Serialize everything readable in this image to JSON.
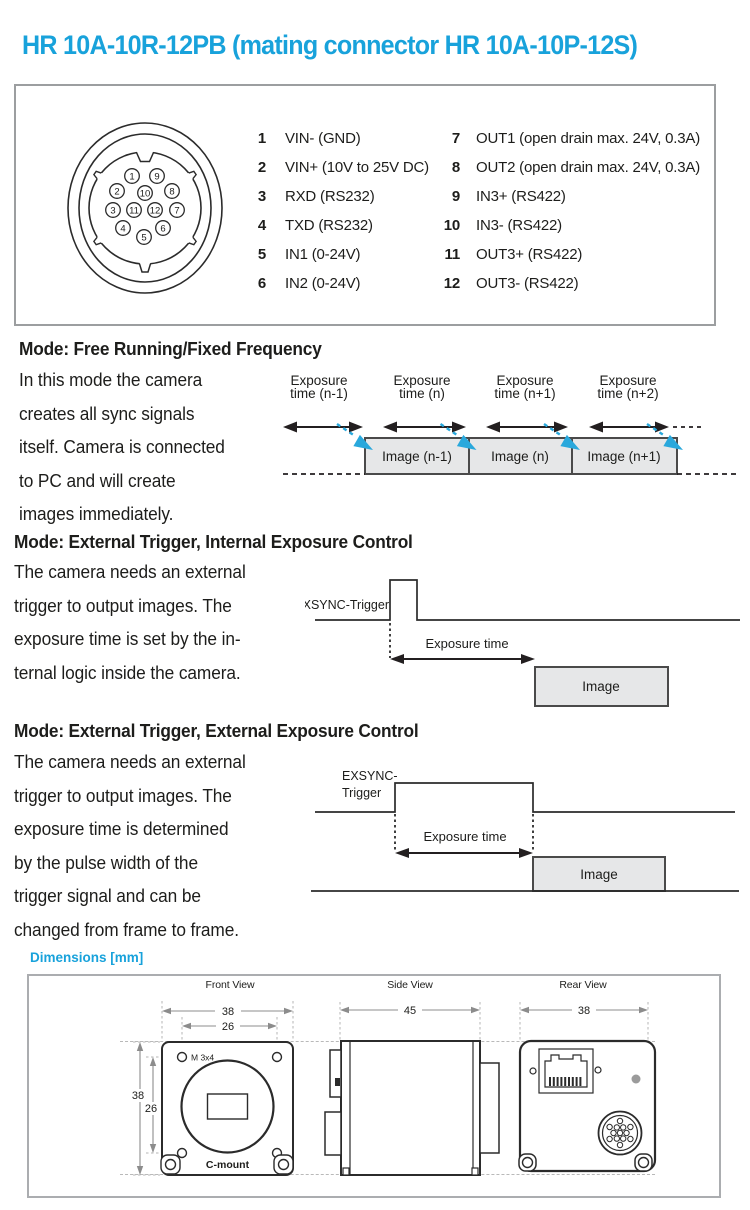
{
  "title": "HR 10A-10R-12PB (mating connector HR 10A-10P-12S)",
  "pinout": {
    "left": [
      {
        "num": "1",
        "label": "VIN- (GND)"
      },
      {
        "num": "2",
        "label": "VIN+ (10V to 25V DC)"
      },
      {
        "num": "3",
        "label": "RXD (RS232)"
      },
      {
        "num": "4",
        "label": "TXD (RS232)"
      },
      {
        "num": "5",
        "label": "IN1 (0-24V)"
      },
      {
        "num": "6",
        "label": "IN2 (0-24V)"
      }
    ],
    "right": [
      {
        "num": "7",
        "label": "OUT1 (open drain max. 24V, 0.3A)"
      },
      {
        "num": "8",
        "label": "OUT2 (open drain max. 24V, 0.3A)"
      },
      {
        "num": "9",
        "label": "IN3+ (RS422)"
      },
      {
        "num": "10",
        "label": "IN3- (RS422)"
      },
      {
        "num": "11",
        "label": "OUT3+ (RS422)"
      },
      {
        "num": "12",
        "label": "OUT3- (RS422)"
      }
    ],
    "connector": [
      "1",
      "9",
      "2",
      "10",
      "8",
      "3",
      "11",
      "12",
      "7",
      "4",
      "6",
      "5"
    ]
  },
  "modes": [
    {
      "heading": "Mode: Free Running/Fixed Frequency",
      "body": "In this mode the camera\ncreates all sync signals\nitself. Camera is connected\nto PC and will create\nimages immediately."
    },
    {
      "heading": "Mode: External Trigger, Internal Exposure Control",
      "body": "The camera needs an external\ntrigger to output images. The\nexposure time is set by the in-\nternal logic inside the camera."
    },
    {
      "heading": "Mode: External Trigger, External Exposure Control",
      "body": "The camera needs an external\ntrigger to output images. The\nexposure time is determined\nby the pulse width of the\ntrigger signal and can be\nchanged from frame to frame."
    }
  ],
  "diagram_free_running": {
    "exposures": [
      {
        "l1": "Exposure",
        "l2": "time (n-1)"
      },
      {
        "l1": "Exposure",
        "l2": "time (n)"
      },
      {
        "l1": "Exposure",
        "l2": "time (n+1)"
      },
      {
        "l1": "Exposure",
        "l2": "time (n+2)"
      }
    ],
    "images": [
      "Image (n-1)",
      "Image (n)",
      "Image (n+1)"
    ]
  },
  "diagram_internal": {
    "trigger": "EXSYNC-Trigger",
    "exposure": "Exposure time",
    "image": "Image"
  },
  "diagram_external": {
    "trigger_l1": "EXSYNC-",
    "trigger_l2": "Trigger",
    "exposure": "Exposure time",
    "image": "Image"
  },
  "dimensions": {
    "title": "Dimensions [mm]",
    "front": {
      "label": "Front View",
      "w_outer": "38",
      "w_inner": "26",
      "h_outer": "38",
      "h_inner": "26",
      "thread": "M 3x4",
      "mount": "C-mount"
    },
    "side": {
      "label": "Side View",
      "depth": "45"
    },
    "rear": {
      "label": "Rear View",
      "width": "38"
    }
  },
  "colors": {
    "accent": "#18A2DB",
    "arrow_blue": "#29A8DC",
    "fill_gray": "#E6E7E8"
  }
}
